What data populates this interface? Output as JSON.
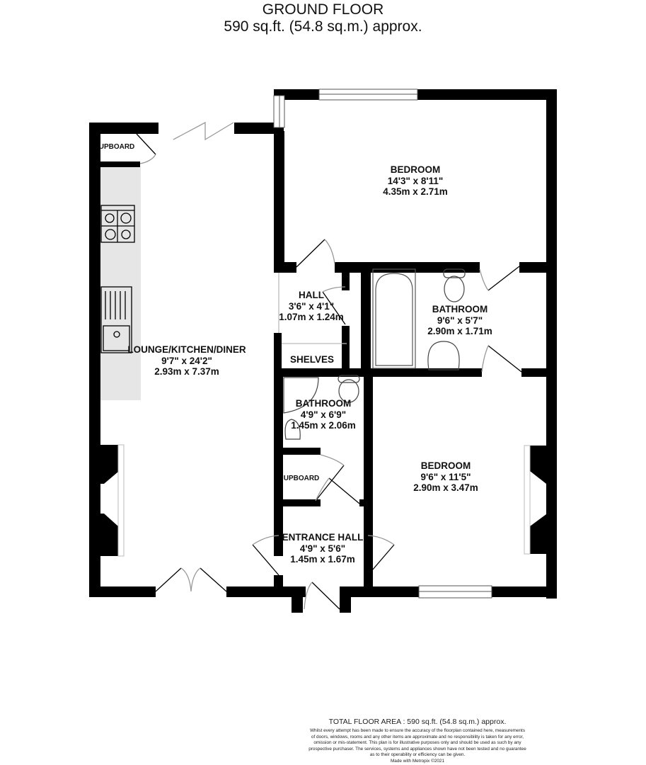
{
  "header": {
    "title": "GROUND FLOOR",
    "area": "590 sq.ft. (54.8 sq.m.) approx."
  },
  "rooms": {
    "bedroom1": {
      "name": "BEDROOM",
      "imperial": "14'3\"  x 8'11\"",
      "metric": "4.35m  x 2.71m"
    },
    "lounge": {
      "name": "LOUNGE/KITCHEN/DINER",
      "imperial": "9'7\"  x 24'2\"",
      "metric": "2.93m  x 7.37m"
    },
    "hall": {
      "name": "HALL",
      "imperial": "3'6\"  x 4'1\"",
      "metric": "1.07m  x 1.24m"
    },
    "bathroom1": {
      "name": "BATHROOM",
      "imperial": "9'6\"  x 5'7\"",
      "metric": "2.90m  x 1.71m"
    },
    "shelves": {
      "name": "SHELVES"
    },
    "bathroom2": {
      "name": "BATHROOM",
      "imperial": "4'9\"  x 6'9\"",
      "metric": "1.45m  x 2.06m"
    },
    "cupboard1": {
      "name": "UPBOARD"
    },
    "cupboard2": {
      "name": "UPBOARD"
    },
    "bedroom2": {
      "name": "BEDROOM",
      "imperial": "9'6\"  x 11'5\"",
      "metric": "2.90m  x 3.47m"
    },
    "entrance": {
      "name": "ENTRANCE HALL",
      "imperial": "4'9\"  x 5'6\"",
      "metric": "1.45m  x 1.67m"
    }
  },
  "colors": {
    "wall": "#000000",
    "kitchen_counter": "#e6e6e6",
    "fixture_line": "#8a8a8a"
  },
  "footer": {
    "total": "TOTAL FLOOR AREA : 590 sq.ft. (54.8 sq.m.) approx.",
    "disclaimer": "Whilst every attempt has been made to ensure the accuracy of the floorplan contained here, measurements\nof doors, windows, rooms and any other items are approximate and no responsibility is taken for any error,\nomission or mis-statement. This plan is for illustrative purposes only and should be used as such by any\nprospective purchaser. The services, systems and appliances shown have not been tested and no guarantee\nas to their operability or efficiency can be given.\nMade with Metropix ©2021"
  }
}
